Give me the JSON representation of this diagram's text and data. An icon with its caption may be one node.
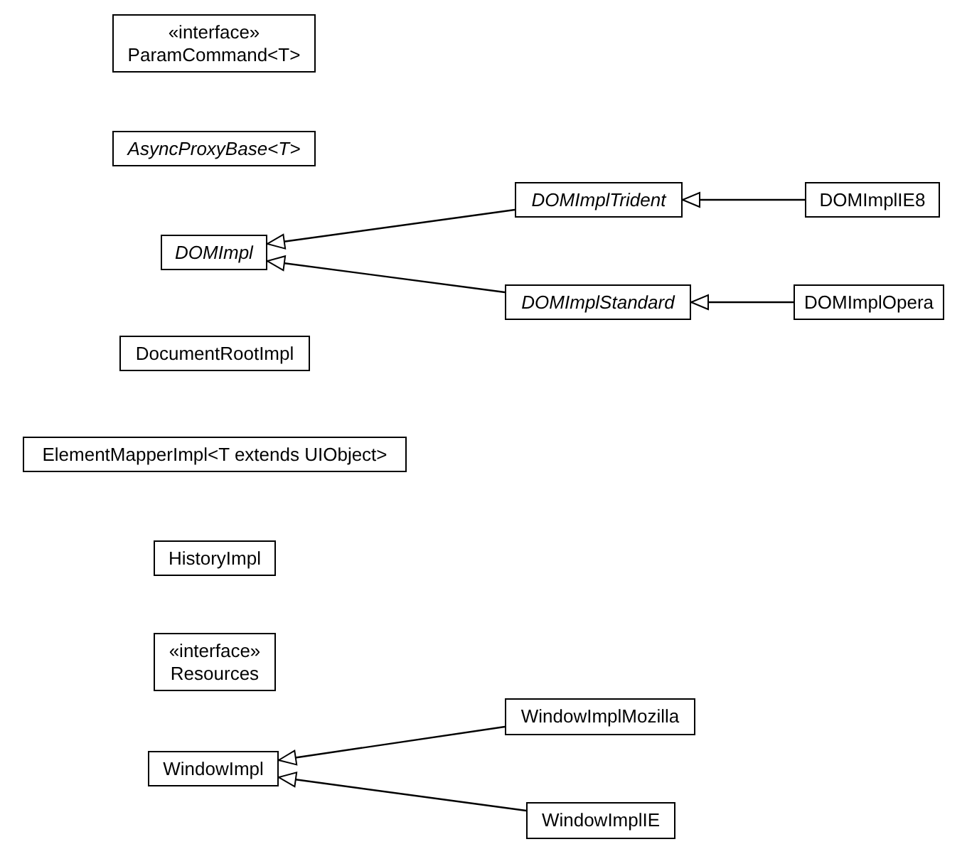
{
  "diagram": {
    "nodes": [
      {
        "text": [
          "«interface»",
          "ParamCommand<T>"
        ]
      },
      {
        "text": [
          "AsyncProxyBase<T>"
        ]
      },
      {
        "text": [
          "DOMImpl"
        ]
      },
      {
        "text": [
          "DOMImplTrident"
        ]
      },
      {
        "text": [
          "DOMImplIE8"
        ]
      },
      {
        "text": [
          "DOMImplStandard"
        ]
      },
      {
        "text": [
          "DOMImplOpera"
        ]
      },
      {
        "text": [
          "DocumentRootImpl"
        ]
      },
      {
        "text": [
          "ElementMapperImpl<T extends UIObject>"
        ]
      },
      {
        "text": [
          "HistoryImpl"
        ]
      },
      {
        "text": [
          "«interface»",
          "Resources"
        ]
      },
      {
        "text": [
          "WindowImplMozilla"
        ]
      },
      {
        "text": [
          "WindowImpl"
        ]
      },
      {
        "text": [
          "WindowImplIE"
        ]
      }
    ],
    "edges": [
      {
        "from": 3,
        "to": 2,
        "arrow": "to"
      },
      {
        "from": 5,
        "to": 2,
        "arrow": "to"
      },
      {
        "from": 4,
        "to": 3,
        "arrow": "to"
      },
      {
        "from": 6,
        "to": 5,
        "arrow": "to"
      },
      {
        "from": 11,
        "to": 12,
        "arrow": "to"
      },
      {
        "from": 13,
        "to": 12,
        "arrow": "to"
      }
    ]
  }
}
